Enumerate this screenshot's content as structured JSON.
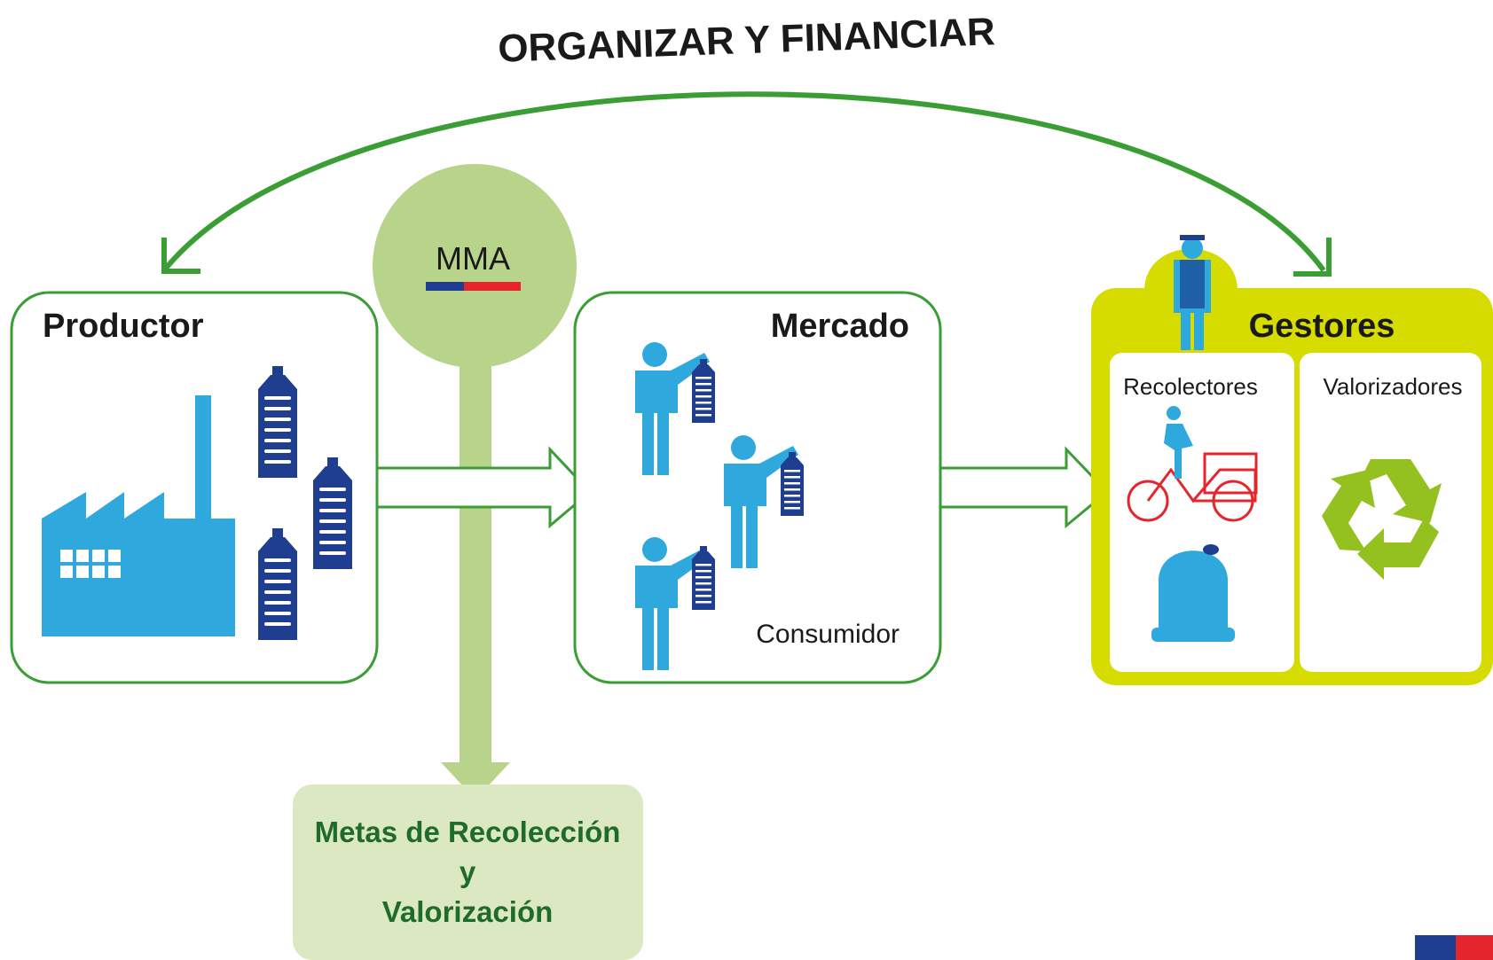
{
  "arc": {
    "label": "ORGANIZAR Y FINANCIAR"
  },
  "mma": {
    "label": "MMA"
  },
  "productor": {
    "title": "Productor"
  },
  "mercado": {
    "title": "Mercado",
    "consumer_label": "Consumidor"
  },
  "gestores": {
    "title": "Gestores",
    "columns": [
      {
        "label": "Recolectores"
      },
      {
        "label": "Valorizadores"
      }
    ]
  },
  "metas": {
    "lines": [
      "Metas de Recolección",
      "y",
      "Valorización"
    ]
  },
  "colors": {
    "green_dark": "#3a9e35",
    "green_text": "#1e6b2a",
    "green_light": "#b7d48a",
    "green_pale": "#dce8c2",
    "gestores_yellow": "#d6dc00",
    "blue_icon": "#2fa9dd",
    "blue_dark": "#1f3e8f",
    "red": "#e4262c",
    "recycle_green": "#94c11f"
  },
  "icons": [
    "factory-icon",
    "bottle-icon",
    "person-icon",
    "worker-icon",
    "bicycle-cart-icon",
    "container-icon",
    "recycle-icon"
  ]
}
